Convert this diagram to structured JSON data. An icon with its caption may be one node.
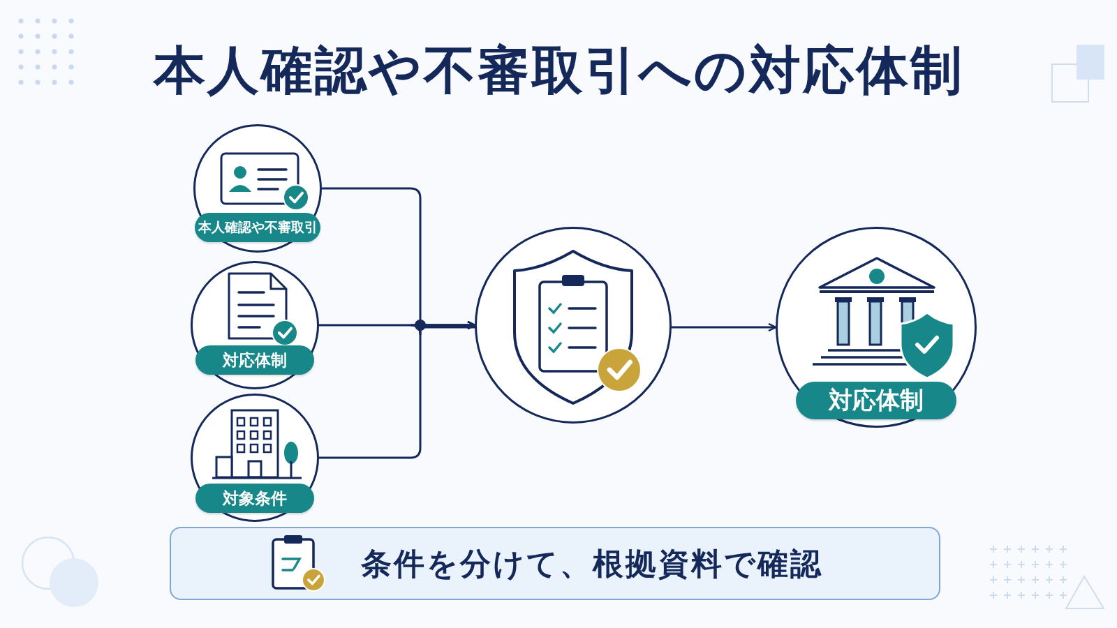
{
  "diagram": {
    "title": "本人確認や不審取引への対応体制",
    "nodes": [
      {
        "text": [
          "本人確認や不審取引"
        ]
      },
      {
        "text": [
          "対応体制"
        ]
      },
      {
        "text": [
          "対象条件"
        ]
      },
      {
        "text": [],
        "shape": "circle"
      },
      {
        "text": [
          "対応体制"
        ]
      },
      {
        "text": [
          "条件を分けて、根拠資料で確認"
        ]
      }
    ],
    "edges": [
      {
        "from": 0,
        "to": 3,
        "arrow": "to"
      },
      {
        "from": 1,
        "to": 3,
        "arrow": "to"
      },
      {
        "from": 2,
        "to": 3,
        "arrow": "to"
      },
      {
        "from": 3,
        "to": 4,
        "arrow": "to"
      }
    ]
  }
}
